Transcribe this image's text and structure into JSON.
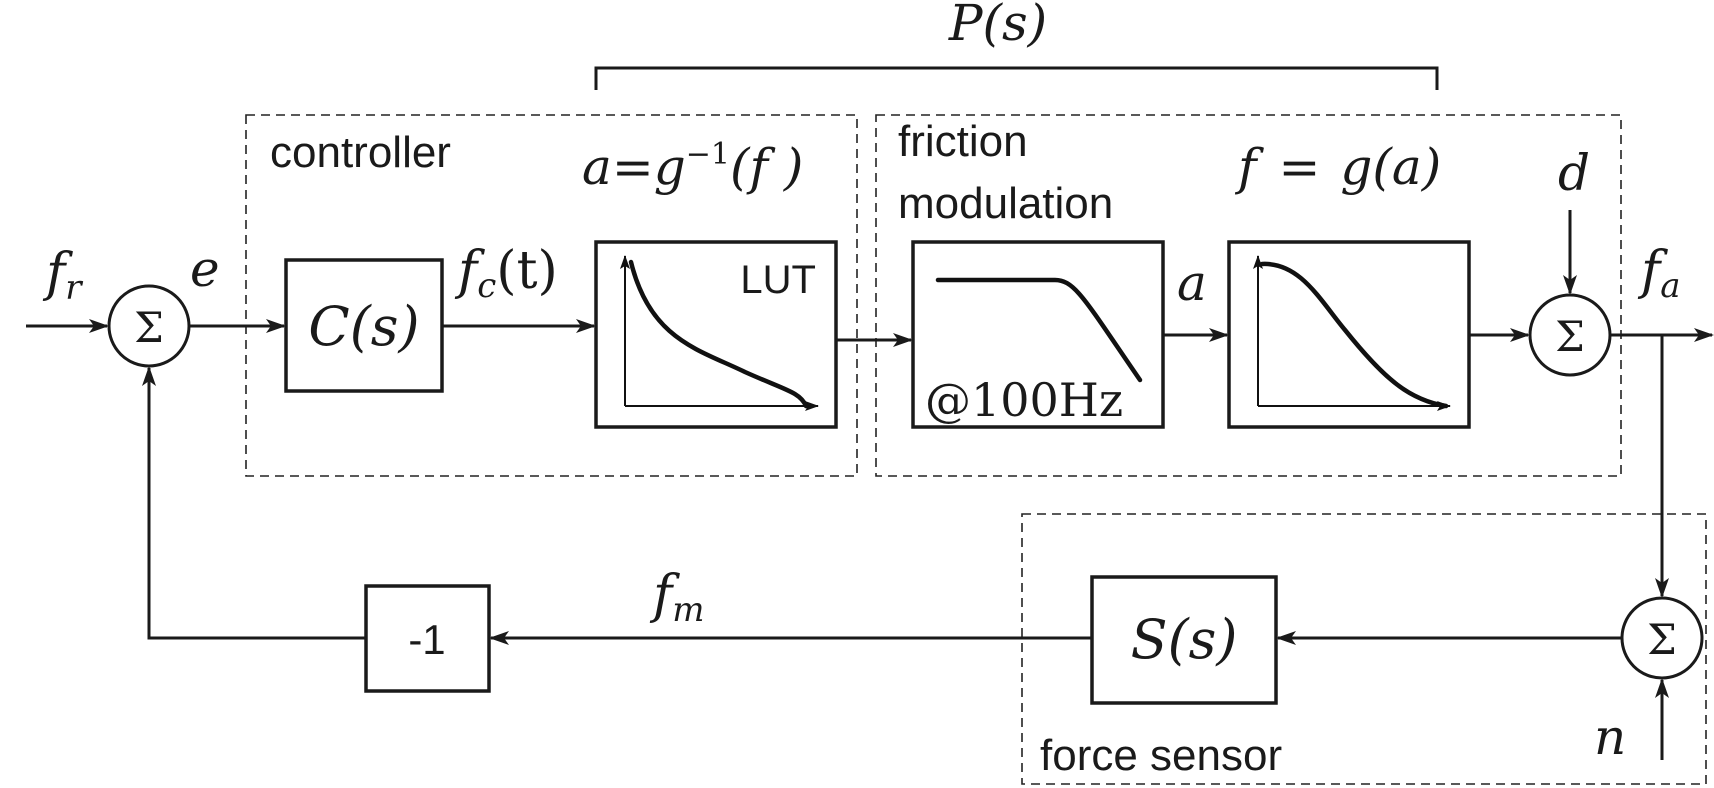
{
  "plant_label": "P(s)",
  "groups": {
    "controller": "controller",
    "friction_line1": "friction",
    "friction_line2": "modulation",
    "force_sensor": "force sensor"
  },
  "blocks": {
    "controller_tf": "C(s)",
    "lut_label": "LUT",
    "filter_freq": "@100Hz",
    "sensor_tf": "S(s)",
    "gain": "-1"
  },
  "equations": {
    "inverse": {
      "a": "a",
      "eq": "=",
      "g": "g",
      "sup": "−1",
      "arg": "(f )"
    },
    "forward": {
      "f": "f",
      "eq": "=",
      "rhs": "g(a)"
    }
  },
  "signals": {
    "reference": {
      "base": "f",
      "sub": "r"
    },
    "error": "e",
    "command": {
      "base": "f",
      "sub": "c",
      "arg": "(t)"
    },
    "amplitude": "a",
    "disturbance": "d",
    "actual": {
      "base": "f",
      "sub": "a"
    },
    "measured": {
      "base": "f",
      "sub": "m"
    },
    "noise": "n"
  },
  "summing_symbol": "Σ"
}
